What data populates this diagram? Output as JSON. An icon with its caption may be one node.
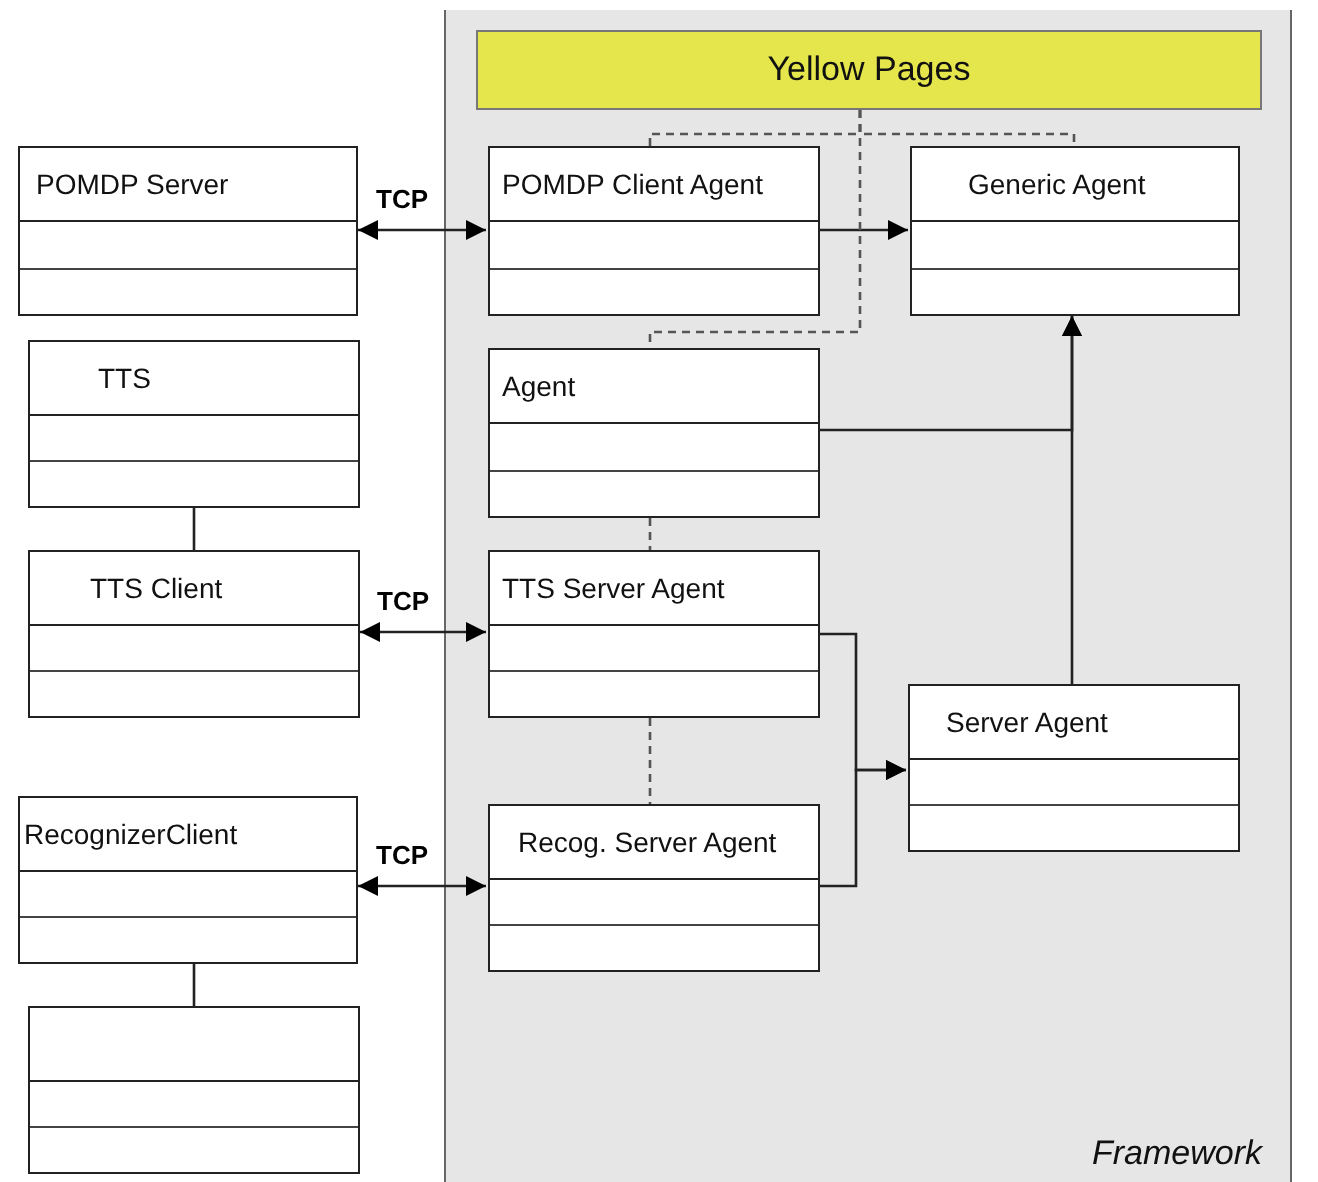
{
  "diagram": {
    "nodes": [
      {
        "text": [
          "Framework"
        ]
      },
      {
        "text": [
          "Yellow Pages"
        ],
        "in": 0
      },
      {
        "text": [
          "POMDP Server"
        ]
      },
      {
        "text": [
          "POMDP Client Agent"
        ],
        "in": 0
      },
      {
        "text": [
          "Generic Agent"
        ],
        "in": 0
      },
      {
        "text": [
          "Agent"
        ],
        "in": 0
      },
      {
        "text": [
          "TTS"
        ]
      },
      {
        "text": [
          "TTS Client"
        ]
      },
      {
        "text": [
          "TTS Server Agent"
        ],
        "in": 0
      },
      {
        "text": [
          "Server Agent"
        ],
        "in": 0
      },
      {
        "text": [
          "RecognizerClient"
        ]
      },
      {
        "text": [
          "Recog. Server Agent"
        ],
        "in": 0
      },
      {
        "text": [],
        "shape": "box"
      }
    ],
    "edges": [
      {
        "from": 2,
        "to": 3,
        "arrow": "both",
        "label": "TCP"
      },
      {
        "from": 3,
        "to": 4,
        "arrow": "to"
      },
      {
        "from": 1,
        "to": 3,
        "arrow": "none",
        "style": "dashed"
      },
      {
        "from": 1,
        "to": 4,
        "arrow": "none",
        "style": "dashed"
      },
      {
        "from": 1,
        "to": 5,
        "arrow": "none",
        "style": "dashed"
      },
      {
        "from": 5,
        "to": 4,
        "arrow": "to"
      },
      {
        "from": 6,
        "to": 7,
        "arrow": "none"
      },
      {
        "from": 7,
        "to": 8,
        "arrow": "both",
        "label": "TCP"
      },
      {
        "from": 5,
        "to": 8,
        "arrow": "none",
        "style": "dashed"
      },
      {
        "from": 9,
        "to": 4,
        "arrow": "to"
      },
      {
        "from": 8,
        "to": 9,
        "arrow": "to"
      },
      {
        "from": 8,
        "to": 11,
        "arrow": "none",
        "style": "dashed"
      },
      {
        "from": 10,
        "to": 11,
        "arrow": "both",
        "label": "TCP"
      },
      {
        "from": 11,
        "to": 9,
        "arrow": "to"
      },
      {
        "from": 10,
        "to": 12,
        "arrow": "none"
      }
    ]
  }
}
